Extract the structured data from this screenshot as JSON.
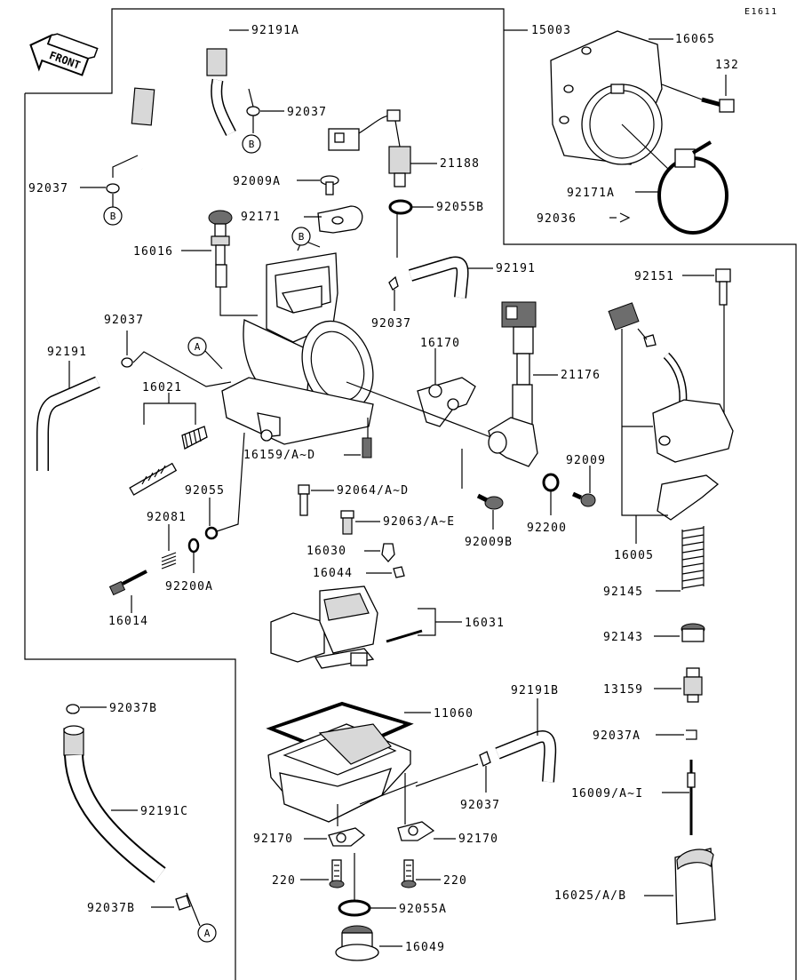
{
  "diagram_id": "E1611",
  "front_label": "FRONT",
  "parts": {
    "p92191A": "92191A",
    "p92037_a": "92037",
    "p92037_b": "92037",
    "p92009A": "92009A",
    "p21188": "21188",
    "p92171": "92171",
    "p92055B": "92055B",
    "p16016": "16016",
    "p92037_c": "92037",
    "p92191_a": "92191",
    "p92037_d": "92037",
    "p92191_b": "92191",
    "p16021": "16021",
    "p16170": "16170",
    "p21176": "21176",
    "p16159": "16159/A~D",
    "p92055": "92055",
    "p92064": "92064/A~D",
    "p92009B": "92009B",
    "p92063": "92063/A~E",
    "p92081": "92081",
    "p16030": "16030",
    "p92200A": "92200A",
    "p16044": "16044",
    "p16014": "16014",
    "p16031": "16031",
    "p15003": "15003",
    "p16065": "16065",
    "p132": "132",
    "p92171A": "92171A",
    "p92036": "92036",
    "p92151": "92151",
    "p92009": "92009",
    "p92200": "92200",
    "p16005": "16005",
    "p92145": "92145",
    "p92143": "92143",
    "p13159": "13159",
    "p92037A": "92037A",
    "p16009": "16009/A~I",
    "p16025": "16025/A/B",
    "p92037B_a": "92037B",
    "p92191C": "92191C",
    "p92037B_b": "92037B",
    "p11060": "11060",
    "p92191B": "92191B",
    "p92037_e": "92037",
    "p92170_a": "92170",
    "p92170_b": "92170",
    "p220_a": "220",
    "p220_b": "220",
    "p92055A": "92055A",
    "p16049": "16049"
  },
  "refs": {
    "A": "A",
    "B": "B"
  }
}
